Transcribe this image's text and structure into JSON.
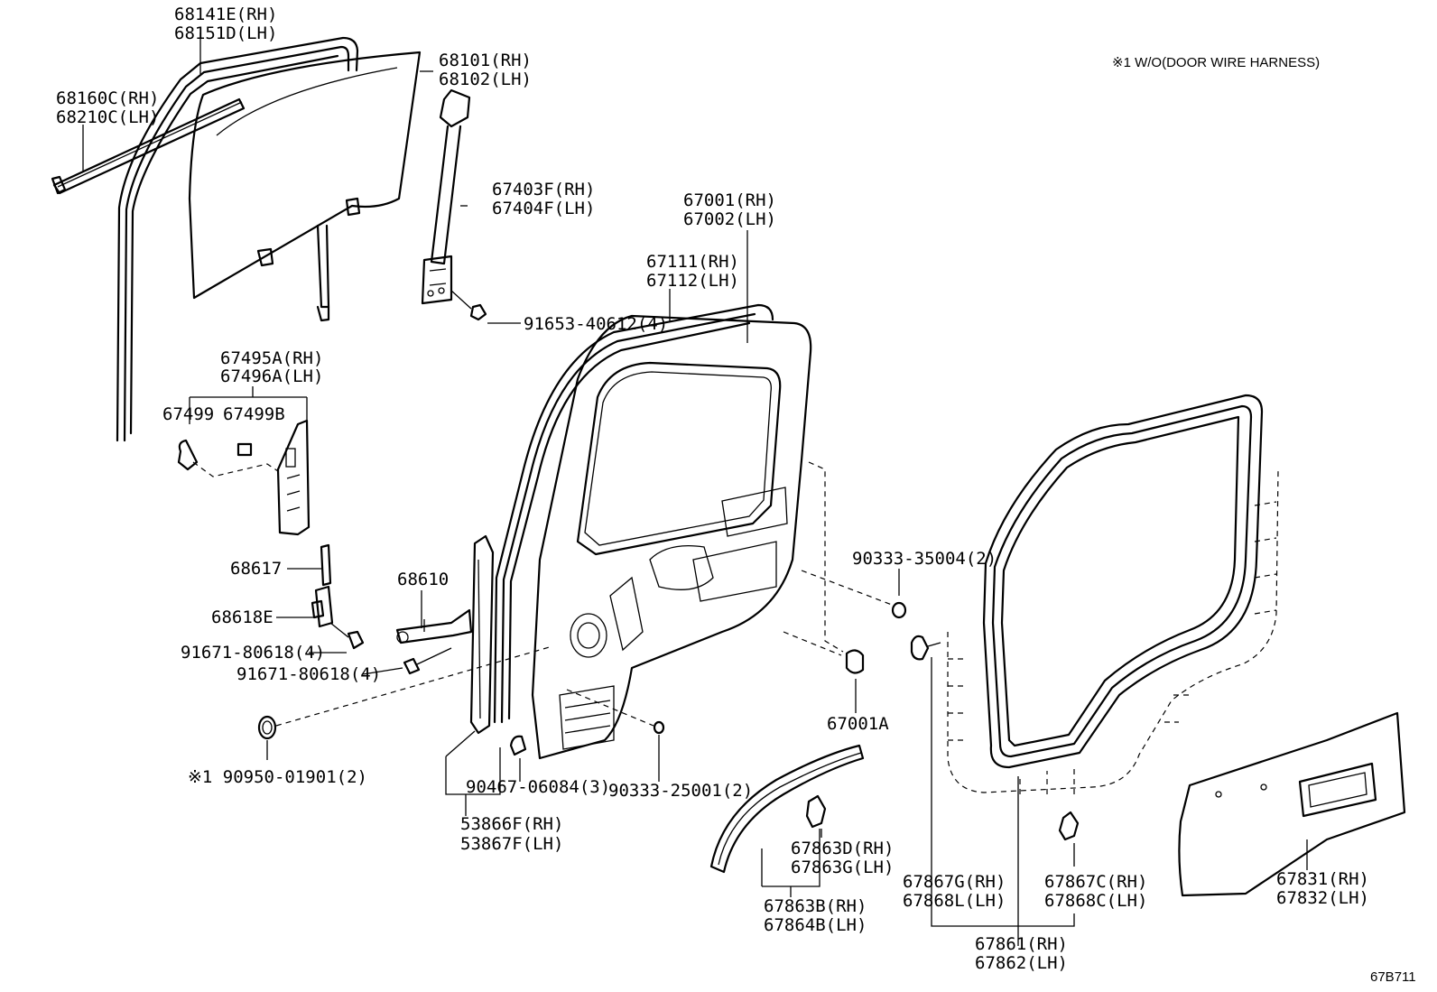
{
  "note": "※1 W/O(DOOR WIRE HARNESS)",
  "diagram_id": "67B711",
  "labels": {
    "p68141e": "68141E(RH)",
    "p68151d": "68151D(LH)",
    "p68160c": "68160C(RH)",
    "p68210c": "68210C(LH)",
    "p68101": "68101(RH)",
    "p68102": "68102(LH)",
    "p67403f": "67403F(RH)",
    "p67404f": "67404F(LH)",
    "p91653": "91653-40612(4)",
    "p67001": "67001(RH)",
    "p67002": "67002(LH)",
    "p67111": "67111(RH)",
    "p67112": "67112(LH)",
    "p67495a": "67495A(RH)",
    "p67496a": "67496A(LH)",
    "p67499": "67499",
    "p67499b": "67499B",
    "p68617": "68617",
    "p68618e": "68618E",
    "p68610": "68610",
    "p91671a": "91671-80618(4)",
    "p91671b": "91671-80618(4)",
    "p90950": "※1 90950-01901(2)",
    "p90467": "90467-06084(3)",
    "p90333a": "90333-25001(2)",
    "p53866f": "53866F(RH)",
    "p53867f": "53867F(LH)",
    "p90333b": "90333-35004(2)",
    "p67001a": "67001A",
    "p67863d": "67863D(RH)",
    "p67863g": "67863G(LH)",
    "p67863b": "67863B(RH)",
    "p67864b": "67864B(LH)",
    "p67867g": "67867G(RH)",
    "p67868l": "67868L(LH)",
    "p67867c": "67867C(RH)",
    "p67868c": "67868C(LH)",
    "p67861": "67861(RH)",
    "p67862": "67862(LH)",
    "p67831": "67831(RH)",
    "p67832": "67832(LH)"
  }
}
